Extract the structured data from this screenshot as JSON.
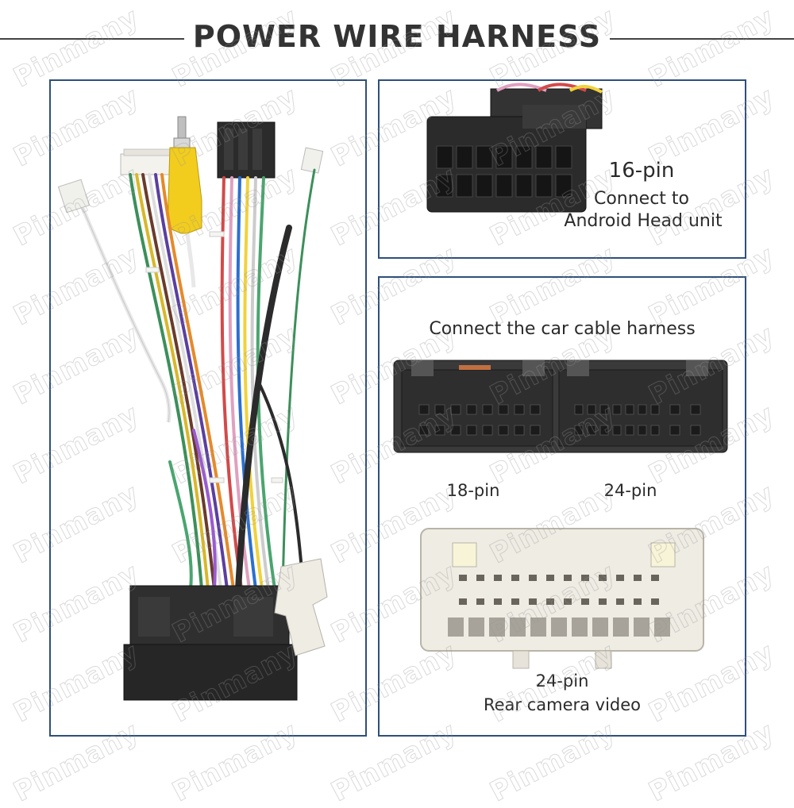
{
  "header": {
    "title": "POWER WIRE HARNESS"
  },
  "watermark": {
    "text": "Pinmany"
  },
  "panels": {
    "harness": {},
    "sixteen_pin": {
      "pin_label": "16-pin",
      "line1": "Connect to",
      "line2": "Android Head unit"
    },
    "car_cable": {
      "title": "Connect the car cable harness",
      "left_label": "18-pin",
      "right_label": "24-pin",
      "bottom_label": "24-pin",
      "bottom_caption": "Rear camera video"
    }
  },
  "colors": {
    "border": "#2e4f7a",
    "connector_black": "#2b2b2b",
    "connector_white": "#efece4",
    "rca_yellow": "#f2cd1e"
  }
}
